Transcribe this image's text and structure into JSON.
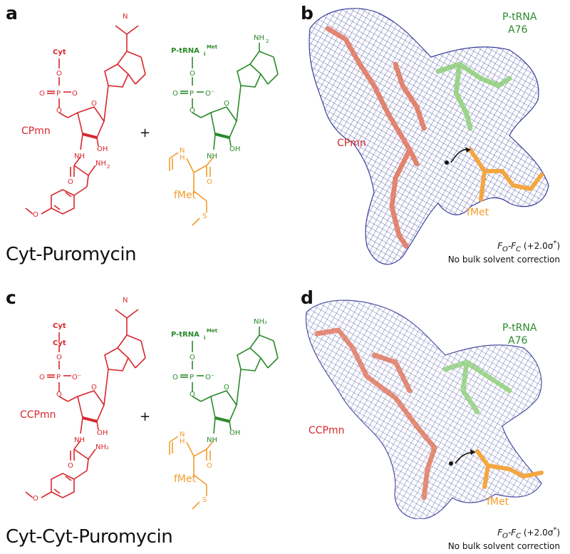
{
  "panels": {
    "a": {
      "letter": "a",
      "title": "Cyt-Puromycin",
      "left_mol": {
        "name": "CPmn",
        "top_label": "Cyt",
        "nh2": "NH",
        "nh2_sub": "2",
        "oh": "OH",
        "nh": "NH",
        "o_minus": "O",
        "p": "P",
        "o": "O"
      },
      "plus": "+",
      "right_mol": {
        "top_label": "P-tRNA",
        "top_sub": "i",
        "top_sup": "Met",
        "nh2": "NH",
        "nh2_sub": "2",
        "oh": "OH",
        "nh": "NH",
        "fmet": "fMet",
        "h": "H",
        "s": "S",
        "n": "N",
        "o": "O",
        "p": "P"
      }
    },
    "b": {
      "letter": "b",
      "ptrna": "P-tRNA",
      "a76": "A76",
      "cpmn": "CPmn",
      "fmet": "fMet",
      "formula_pre": "F",
      "formula_o": "O",
      "formula_mid": "-F",
      "formula_c": "C",
      "formula_post": " (+2.0σ",
      "formula_star": "*",
      "formula_end": ")",
      "note": "No bulk solvent correction"
    },
    "c": {
      "letter": "c",
      "title": "Cyt-Cyt-Puromycin",
      "left_mol": {
        "name": "CCPmn",
        "top_label": "Cyt",
        "second_label": "Cyt"
      },
      "plus": "+",
      "right_mol": {
        "fmet": "fMet"
      }
    },
    "d": {
      "letter": "d",
      "ptrna": "P-tRNA",
      "a76": "A76",
      "ccpmn": "CCPmn",
      "fmet": "fMet",
      "note": "No bulk solvent correction"
    }
  },
  "colors": {
    "red": "#d8272d",
    "green": "#2a8a2a",
    "orange": "#f39c2a",
    "mesh": "#3a3f9a",
    "stick_red": "#e0735a",
    "stick_green": "#8fd07a",
    "stick_orange": "#f4a640"
  }
}
